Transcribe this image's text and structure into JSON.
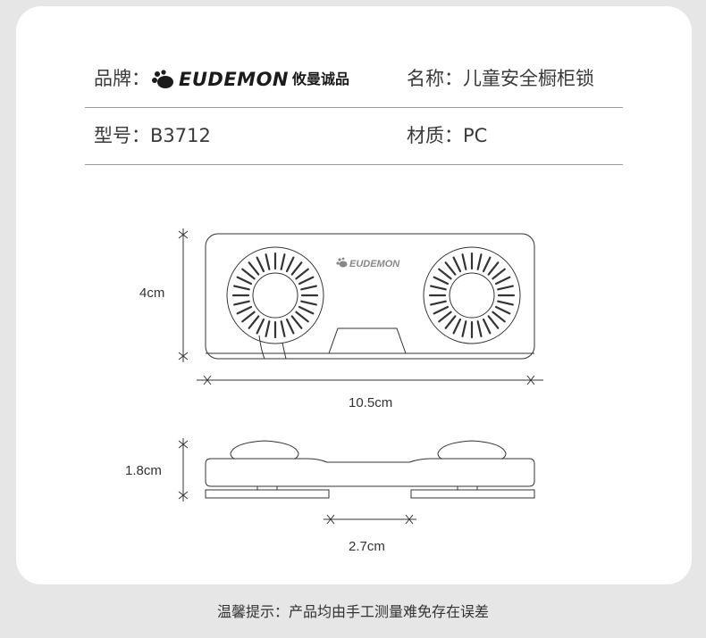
{
  "specs": {
    "brand_label": "品牌：",
    "brand_name": "EUDEMON",
    "brand_cn": "攸曼诚品",
    "name_label": "名称：",
    "name_value": "儿童安全橱柜锁",
    "model_label": "型号：",
    "model_value": "B3712",
    "material_label": "材质：",
    "material_value": "PC"
  },
  "diagram": {
    "logo_text": "EUDEMON",
    "height_label": "4cm",
    "width_label": "10.5cm",
    "thickness_label": "1.8cm",
    "gap_label": "2.7cm"
  },
  "footer": {
    "notice": "温馨提示：产品均由手工测量难免存在误差"
  },
  "colors": {
    "background": "#e6e6e6",
    "card": "#ffffff",
    "line": "#333333"
  }
}
